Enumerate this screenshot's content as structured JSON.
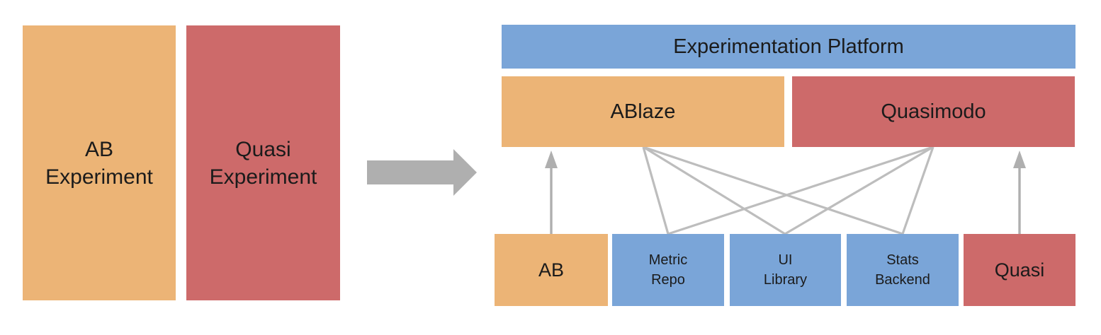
{
  "diagram": {
    "title_note": "Experiment types mapping to experimentation platform architecture",
    "left": {
      "boxes": [
        {
          "label": "AB\nExperiment",
          "color": "#ECB476"
        },
        {
          "label": "Quasi\nExperiment",
          "color": "#CD6A6A"
        }
      ]
    },
    "transform_arrow": {
      "direction": "right",
      "color": "#AFAFAF"
    },
    "right": {
      "platform": {
        "label": "Experimentation Platform",
        "color": "#7AA5D8"
      },
      "services": [
        {
          "label": "ABlaze",
          "color": "#ECB476"
        },
        {
          "label": "Quasimodo",
          "color": "#CD6A6A"
        }
      ],
      "components": [
        {
          "label": "AB",
          "color": "#ECB476"
        },
        {
          "label": "Metric\nRepo",
          "color": "#7AA5D8"
        },
        {
          "label": "UI\nLibrary",
          "color": "#7AA5D8"
        },
        {
          "label": "Stats\nBackend",
          "color": "#7AA5D8"
        },
        {
          "label": "Quasi",
          "color": "#CD6A6A"
        }
      ],
      "edges": [
        {
          "from": "ABlaze",
          "to": "Metric Repo",
          "type": "line"
        },
        {
          "from": "ABlaze",
          "to": "UI Library",
          "type": "line"
        },
        {
          "from": "ABlaze",
          "to": "Stats Backend",
          "type": "line"
        },
        {
          "from": "Quasimodo",
          "to": "Metric Repo",
          "type": "line"
        },
        {
          "from": "Quasimodo",
          "to": "UI Library",
          "type": "line"
        },
        {
          "from": "Quasimodo",
          "to": "Stats Backend",
          "type": "line"
        },
        {
          "from": "AB",
          "to": "ABlaze",
          "type": "arrow"
        },
        {
          "from": "Quasi",
          "to": "Quasimodo",
          "type": "arrow"
        }
      ]
    },
    "colors": {
      "orange": "#ECB476",
      "red": "#CD6A6A",
      "blue": "#7AA5D8",
      "connector_gray": "#BDBDBD",
      "arrow_gray": "#AFAFAF",
      "text": "#1B1B1B"
    }
  }
}
